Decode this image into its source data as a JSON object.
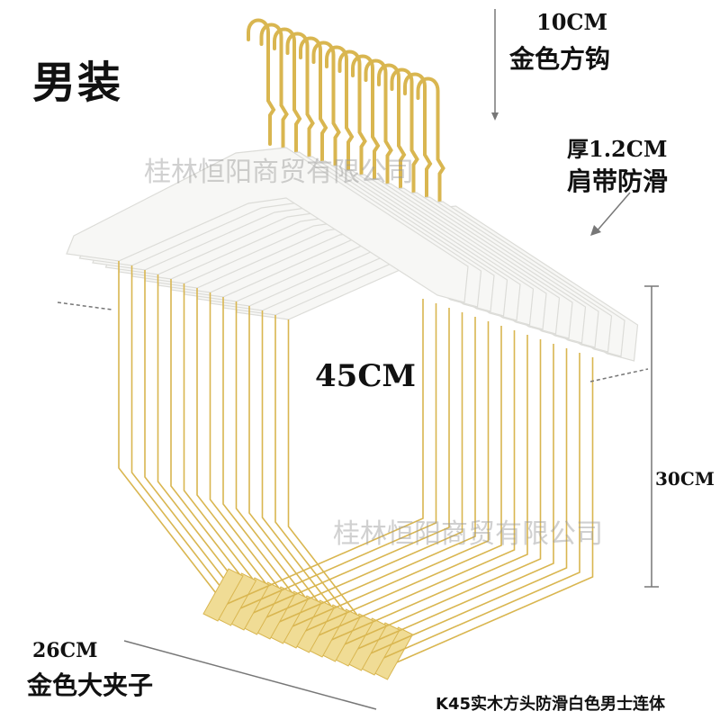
{
  "title": "男装",
  "hook": {
    "size": "10CM",
    "desc": "金色方钩"
  },
  "thickness": {
    "size": "厚1.2CM",
    "desc": "肩带防滑"
  },
  "width": "45CM",
  "height": "30CM",
  "clip": {
    "size": "26CM",
    "desc": "金色大夹子"
  },
  "product_code": "K45实木方头防滑白色男士连体",
  "watermark": "桂林恒阳商贸有限公司",
  "colors": {
    "gold": "#d9b650",
    "gold_light": "#f0dc95",
    "wood": "#f7f7f5",
    "wood_shadow": "#dcdcd8"
  }
}
